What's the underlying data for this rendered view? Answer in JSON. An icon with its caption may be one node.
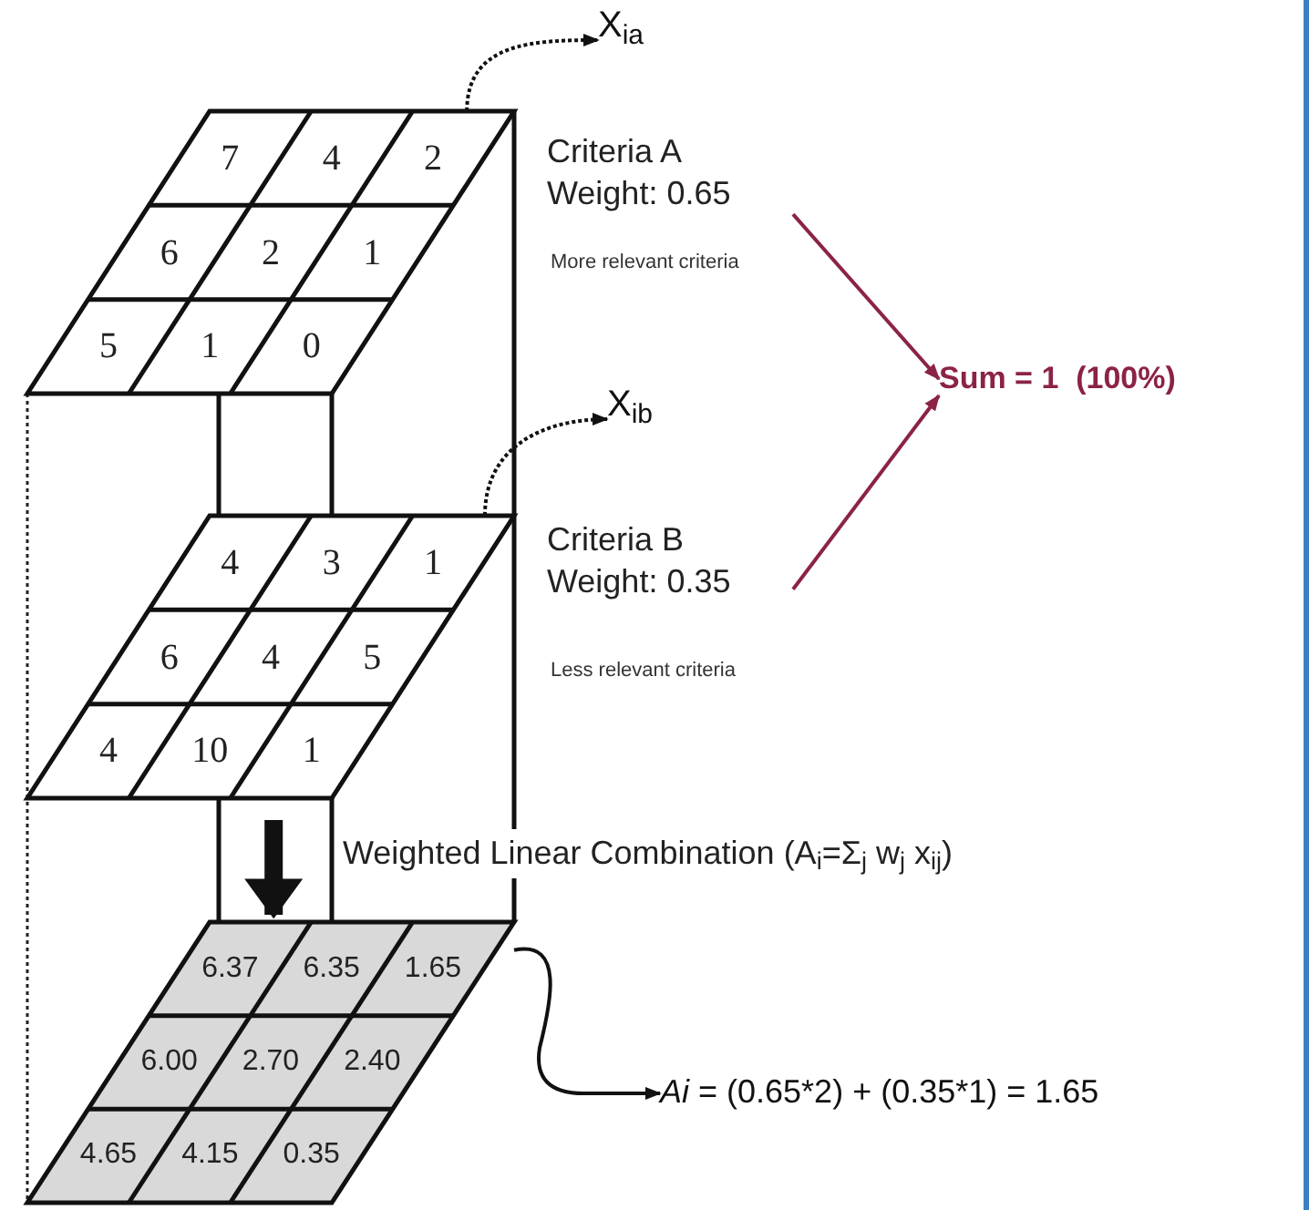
{
  "diagram": {
    "nodes": [
      {
        "text": [
          "7",
          "4",
          "2",
          "6",
          "2",
          "1",
          "5",
          "1",
          "0"
        ]
      },
      {
        "text": [
          "X$_{ia}$"
        ]
      },
      {
        "text": [
          "Criteria A Weight: 0.65"
        ],
        "beside": [
          "More relevant criteria"
        ]
      },
      {
        "text": [
          "Sum = 1  (100%)"
        ]
      },
      {
        "text": [
          "4",
          "3",
          "1",
          "6",
          "4",
          "5",
          "4",
          "10",
          "1"
        ]
      },
      {
        "text": [
          "X$_{ib}$"
        ]
      },
      {
        "text": [
          "Criteria B Weight: 0.35"
        ],
        "beside": [
          "Less relevant criteria"
        ]
      },
      {
        "text": [
          "6.37",
          "6.35",
          "1.65",
          "6.00",
          "2.70",
          "2.40",
          "4.65",
          "4.15",
          "0.35"
        ]
      },
      {
        "text": [
          "Ai",
          "= (0.65*2) + (0.35*1) = 1.65"
        ]
      }
    ],
    "edges": [
      {
        "from": 0,
        "to": 1,
        "arrow": "to",
        "style": "dashed"
      },
      {
        "from": 4,
        "to": 5,
        "arrow": "to",
        "style": "dashed"
      },
      {
        "from": 2,
        "to": 3,
        "arrow": "to",
        "color": "#8b2346"
      },
      {
        "from": 6,
        "to": 3,
        "arrow": "to",
        "color": "#8b2346"
      },
      {
        "from": 4,
        "to": 7,
        "arrow": "to",
        "style": "thick"
      },
      {
        "from": 7,
        "to": 8,
        "arrow": "to"
      }
    ],
    "labels": [
      "Weighted Linear Combination (A$_{i}$=Σ$_{j}$ w$_{j}$ x$_{ij}$)"
    ]
  }
}
